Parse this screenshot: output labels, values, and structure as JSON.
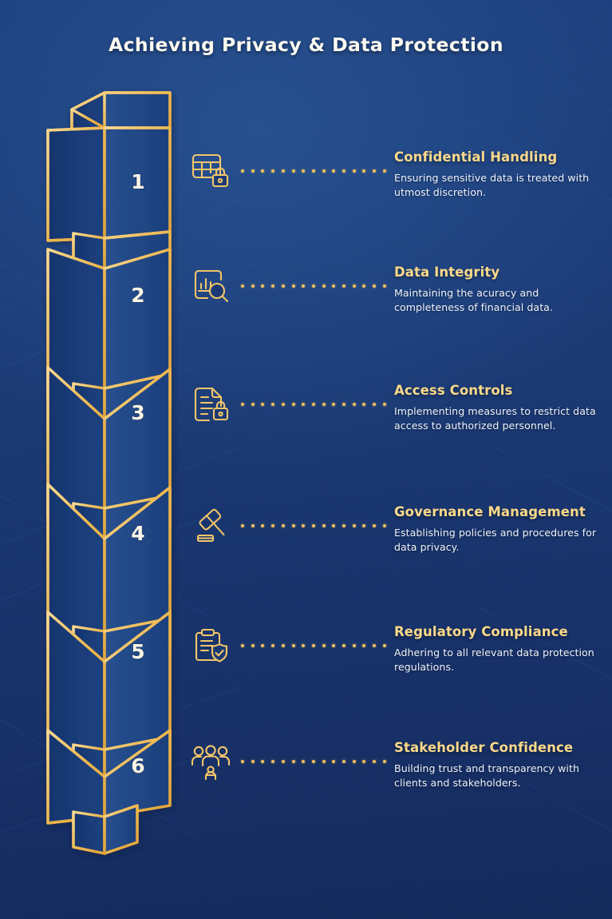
{
  "title": "Achieving Privacy & Data Protection",
  "theme": {
    "background_navy": "#1b3a75",
    "gold": "#f2c15c",
    "gold_light": "#fbd98a",
    "text_white": "#eef2fa",
    "title_white": "#fdfaf2"
  },
  "steps": [
    {
      "number": "1",
      "icon": "table-lock-icon",
      "heading": "Confidential Handling",
      "description": "Ensuring sensitive data is treated with utmost discretion."
    },
    {
      "number": "2",
      "icon": "document-chart-search-icon",
      "heading": "Data Integrity",
      "description": "Maintaining the acuracy and completeness of financial data."
    },
    {
      "number": "3",
      "icon": "document-lock-icon",
      "heading": "Access Controls",
      "description": "Implementing measures to restrict data access to authorized personnel."
    },
    {
      "number": "4",
      "icon": "gavel-icon",
      "heading": "Governance Management",
      "description": "Establishing policies and procedures for data privacy."
    },
    {
      "number": "5",
      "icon": "clipboard-shield-check-icon",
      "heading": "Regulatory Compliance",
      "description": "Adhering to all relevant data protection regulations."
    },
    {
      "number": "6",
      "icon": "stakeholders-group-icon",
      "heading": "Stakeholder Confidence",
      "description": "Building trust and transparency with clients and stakeholders."
    }
  ]
}
